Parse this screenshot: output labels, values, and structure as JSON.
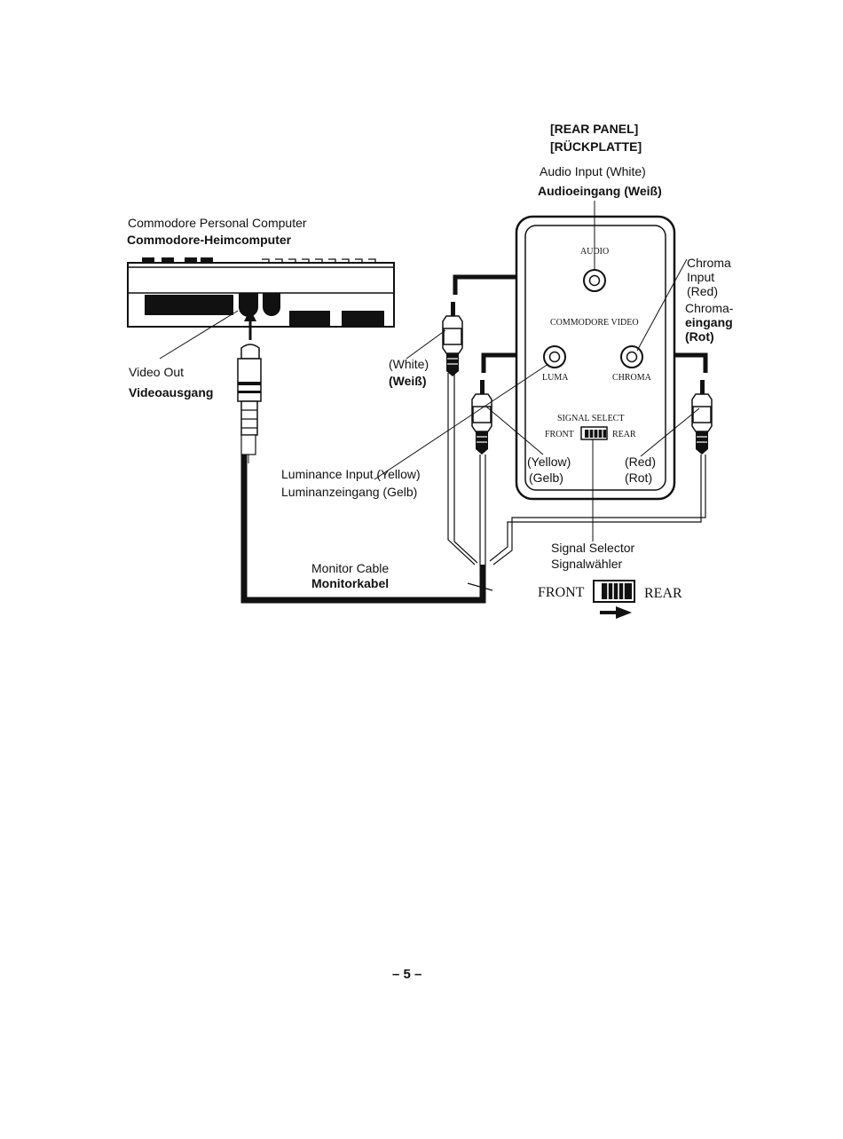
{
  "panel": {
    "title": "[REAR PANEL]",
    "title_de": "[RÜCKPLATTE]",
    "brand": "COMMODORE VIDEO",
    "audio": "AUDIO",
    "luma": "LUMA",
    "chroma": "CHROMA",
    "signal_select": "SIGNAL SELECT",
    "front": "FRONT",
    "rear": "REAR"
  },
  "labels": {
    "audio_in": "Audio Input (White)",
    "audio_in_de": "Audioeingang (Weiß)",
    "computer": "Commodore Personal Computer",
    "computer_de": "Commodore-Heimcomputer",
    "chroma_in": [
      "Chroma",
      "Input",
      "(Red)",
      "Chroma-",
      "eingang",
      "(Rot)"
    ],
    "video_out": "Video Out",
    "video_out_de": "Videoausgang",
    "white": "(White)",
    "white_de": "(Weiß)",
    "yellow": "(Yellow)",
    "yellow_de": "(Gelb)",
    "red": "(Red)",
    "red_de": "(Rot)",
    "luma_in": "Luminance Input (Yellow)",
    "luma_in_de": "Luminanzeingang (Gelb)",
    "selector": "Signal Selector",
    "selector_de": "Signalwähler",
    "cable": "Monitor Cable",
    "cable_de": "Monitorkabel",
    "front": "FRONT",
    "rear": "REAR"
  },
  "page_number": "– 5 –"
}
